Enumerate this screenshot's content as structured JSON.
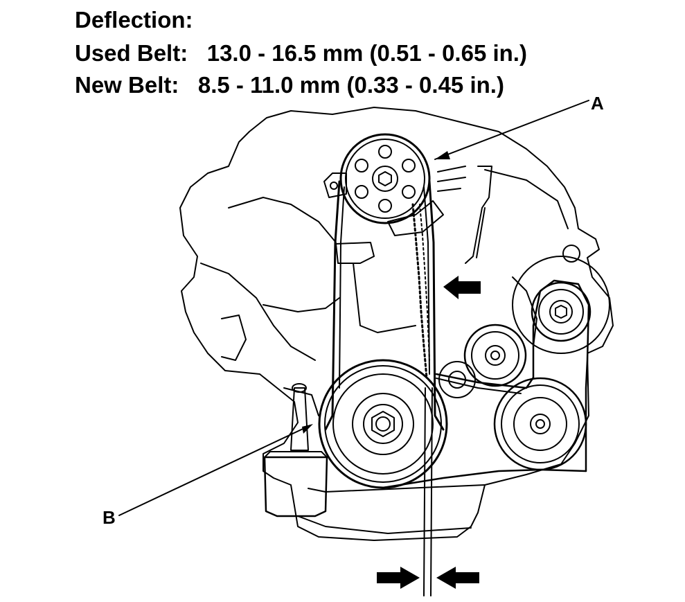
{
  "specs": {
    "title": "Deflection:",
    "used_belt_label": "Used Belt:",
    "used_belt_value": "13.0 - 16.5 mm (0.51 - 0.65 in.)",
    "new_belt_label": "New Belt:",
    "new_belt_value": "8.5 - 11.0 mm (0.33 - 0.45 in.)"
  },
  "callouts": {
    "a": "A",
    "b": "B"
  },
  "colors": {
    "line": "#000000",
    "background": "#ffffff"
  }
}
